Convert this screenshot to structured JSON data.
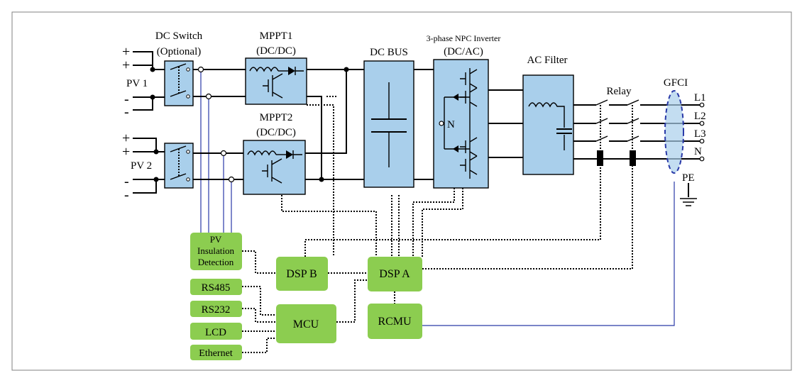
{
  "labels": {
    "dc_switch": "DC Switch",
    "dc_switch_optional": "(Optional)",
    "mppt1": "MPPT1",
    "mppt1_sub": "(DC/DC)",
    "mppt2": "MPPT2",
    "mppt2_sub": "(DC/DC)",
    "dc_bus": "DC BUS",
    "inverter": "3-phase NPC Inverter",
    "inverter_sub": "(DC/AC)",
    "ac_filter": "AC Filter",
    "relay": "Relay",
    "gfci": "GFCI",
    "pv1": "PV 1",
    "pv2": "PV 2",
    "plus": "+",
    "minus": "-",
    "neutral_point": "N",
    "l1": "L1",
    "l2": "L2",
    "l3": "L3",
    "n_out": "N",
    "pe": "PE",
    "pv_insulation_1": "PV",
    "pv_insulation_2": "Insulation",
    "pv_insulation_3": "Detection",
    "dsp_b": "DSP B",
    "dsp_a": "DSP A",
    "rcmu": "RCMU",
    "mcu": "MCU",
    "rs485": "RS485",
    "rs232": "RS232",
    "lcd": "LCD",
    "ethernet": "Ethernet"
  },
  "colors": {
    "power_block_fill": "#a9cfeb",
    "control_block_fill": "#8ccd50",
    "signal_line": "#2a3aa8",
    "frame": "#808080"
  }
}
